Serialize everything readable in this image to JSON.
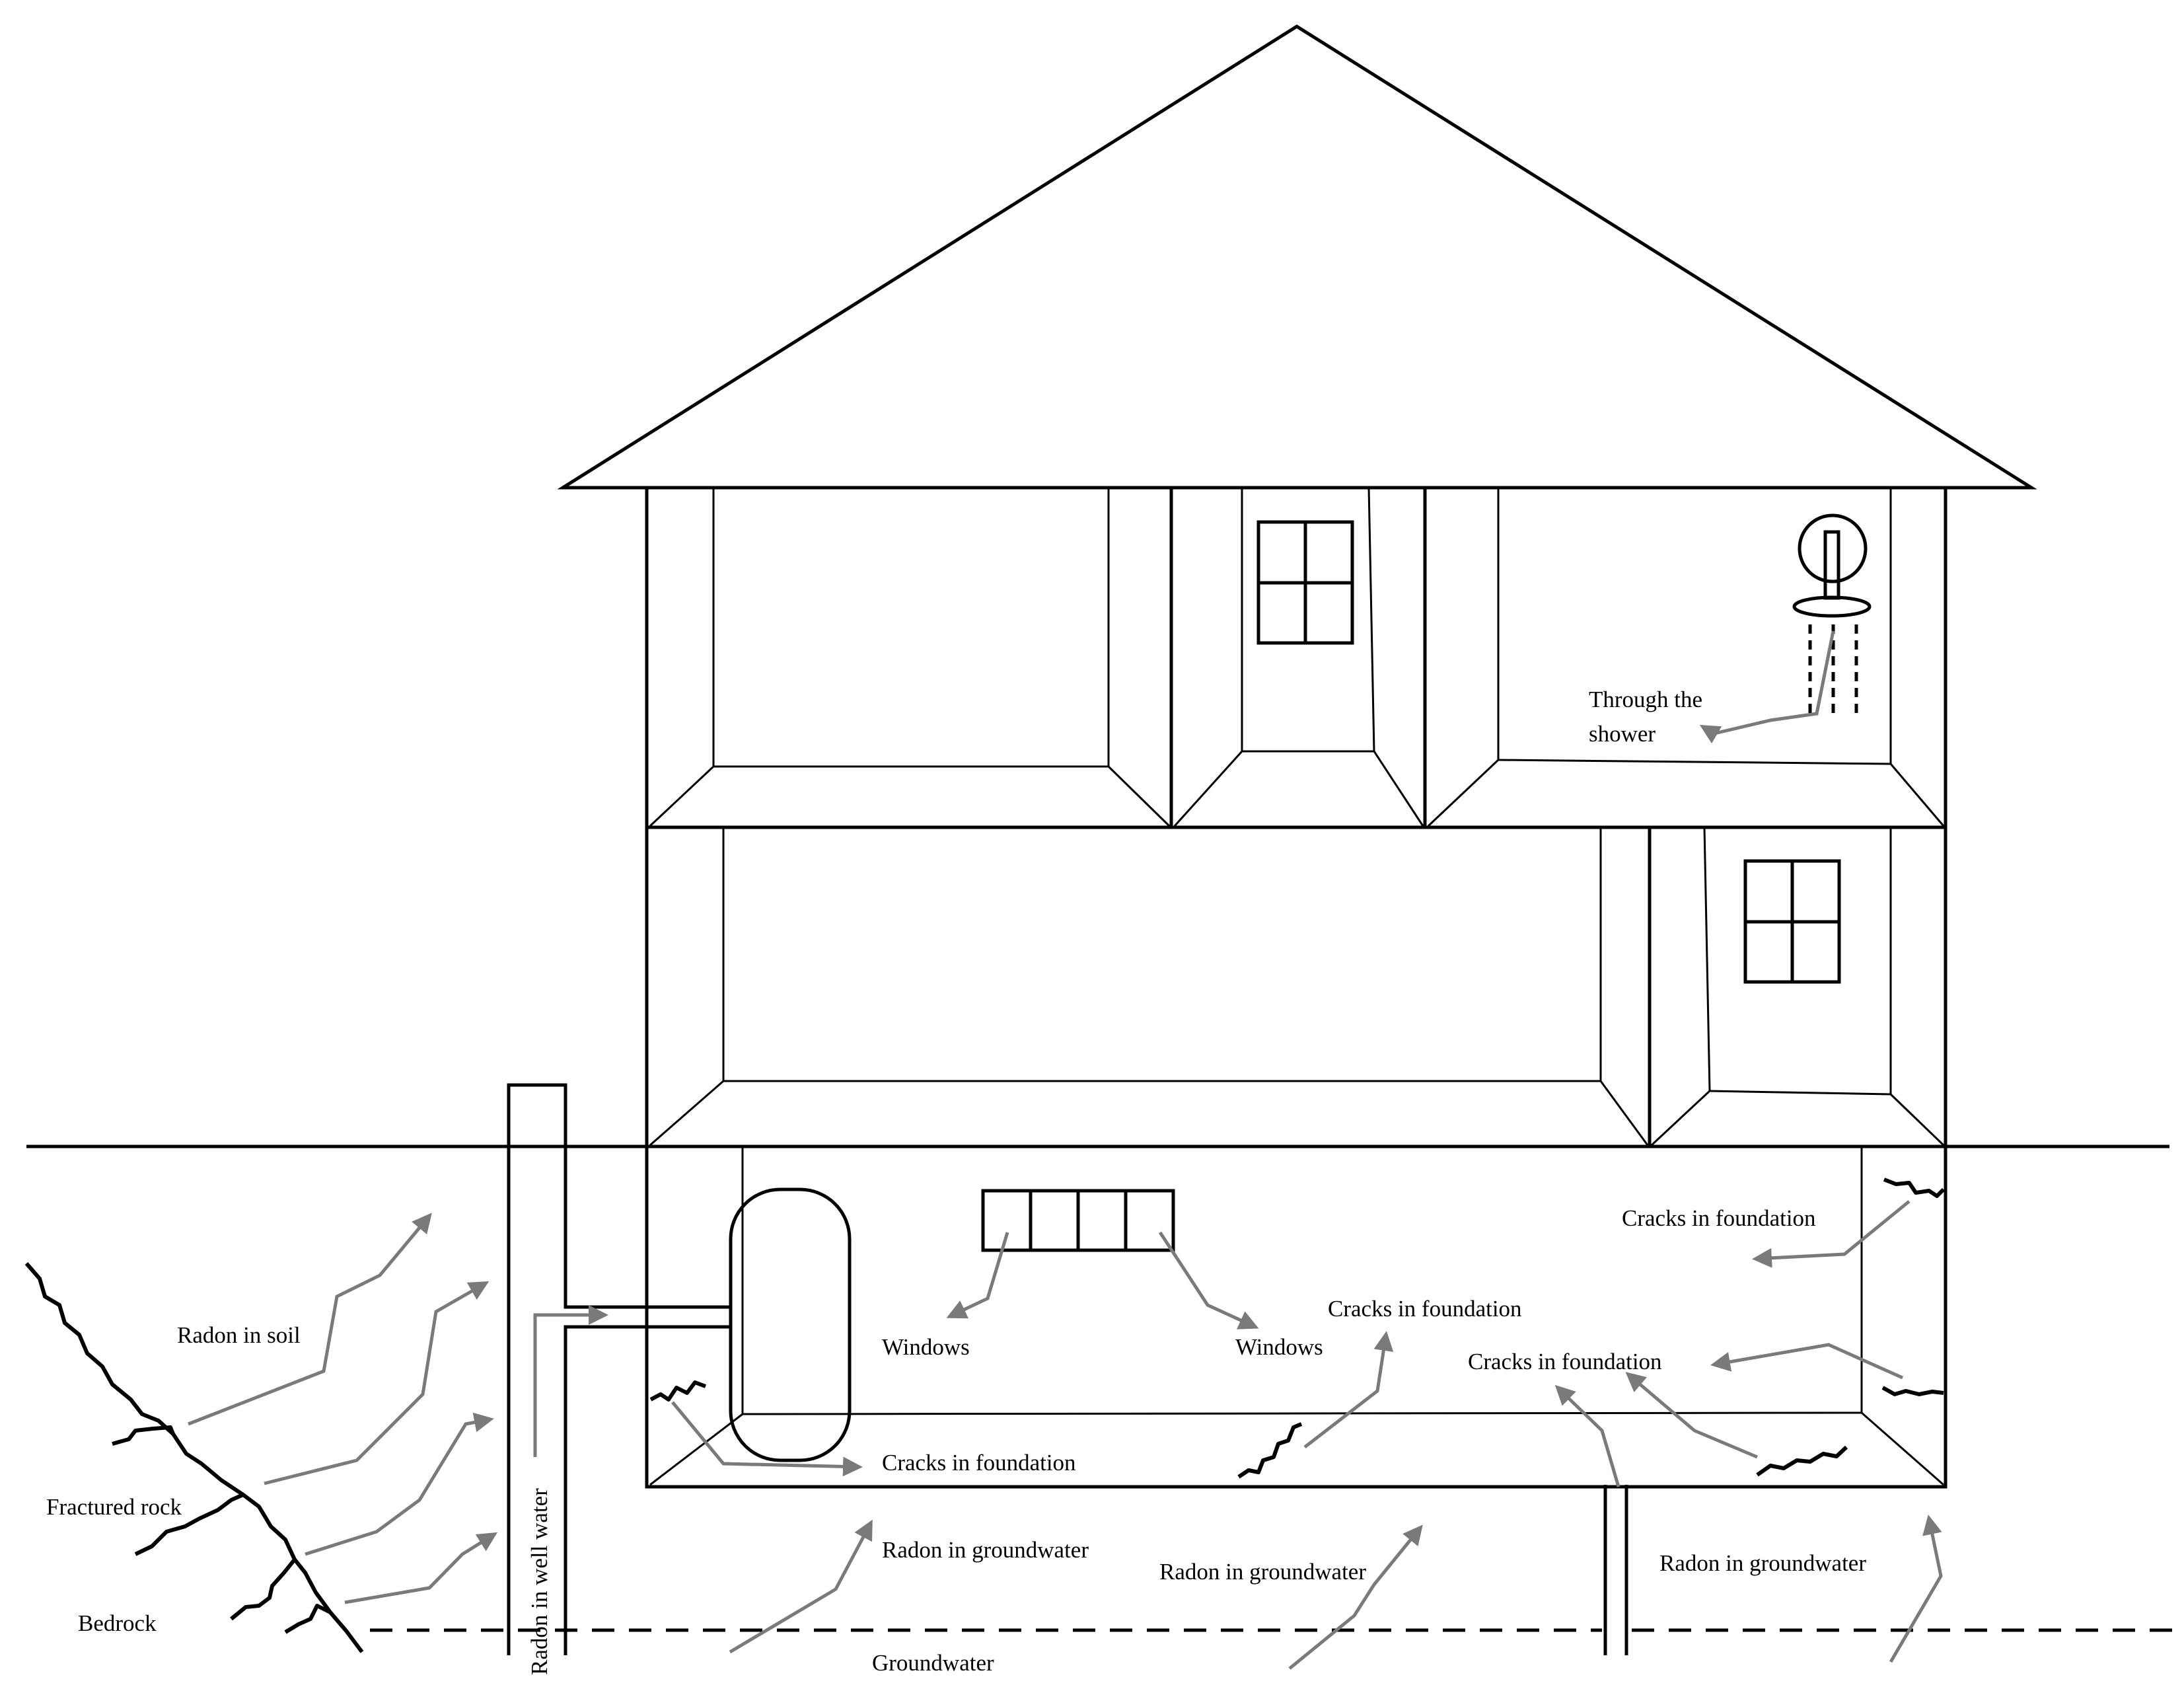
{
  "labels": {
    "through_shower_1": "Through the",
    "through_shower_2": "shower",
    "cracks_foundation_right_top": "Cracks in foundation",
    "cracks_foundation_center": "Cracks in foundation",
    "cracks_foundation_right_mid": "Cracks in foundation",
    "cracks_foundation_bottom": "Cracks in foundation",
    "windows_left": "Windows",
    "windows_right": "Windows",
    "radon_in_soil": "Radon in soil",
    "fractured_rock": "Fractured rock",
    "bedrock": "Bedrock",
    "radon_in_well_water": "Radon in well water",
    "radon_groundwater_left": "Radon in groundwater",
    "radon_groundwater_center": "Radon in groundwater",
    "radon_groundwater_right": "Radon in groundwater",
    "groundwater": "Groundwater"
  },
  "colors": {
    "line": "#000000",
    "arrow": "#7a7a7a",
    "background": "#ffffff"
  }
}
